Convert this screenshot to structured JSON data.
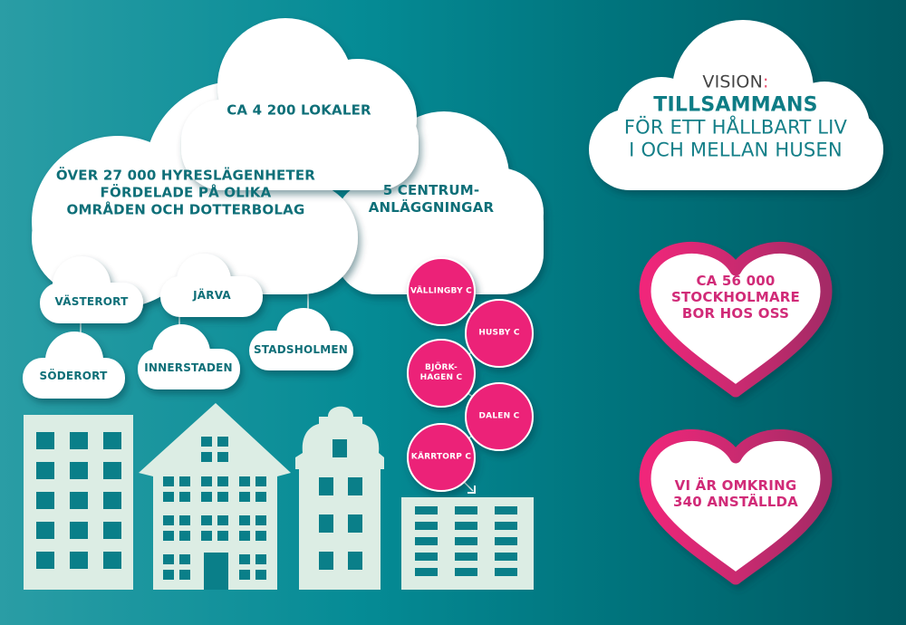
{
  "clouds": {
    "lokaler": "CA 4 200 LOKALER",
    "hyres": [
      "ÖVER 27 000 HYRESLÄGENHETER",
      "FÖRDELADE PÅ OLIKA",
      "OMRÅDEN OCH DOTTERBOLAG"
    ],
    "centrum": [
      "5 CENTRUM-",
      "ANLÄGGNINGAR"
    ]
  },
  "areas": [
    "VÄSTERORT",
    "SÖDERORT",
    "JÄRVA",
    "INNERSTADEN",
    "STADSHOLMEN"
  ],
  "centers": [
    {
      "label": [
        "VÄLLINGBY C"
      ]
    },
    {
      "label": [
        "HUSBY C"
      ]
    },
    {
      "label": [
        "BJÖRK-",
        "HAGEN C"
      ]
    },
    {
      "label": [
        "DALEN C"
      ]
    },
    {
      "label": [
        "KÄRRTORP C"
      ]
    }
  ],
  "vision": {
    "label": "VISION",
    "colon": ":",
    "line1": "TILLSAMMANS",
    "line2": "FÖR ETT HÅLLBART LIV",
    "line3": "I OCH MELLAN HUSEN"
  },
  "hearts": [
    {
      "lines": [
        "CA 56 000",
        "STOCKHOLMARE",
        "BOR HOS OSS"
      ]
    },
    {
      "lines": [
        "VI ÄR OMKRING",
        "340 ANSTÄLLDA"
      ]
    }
  ],
  "colors": {
    "teal": "#0e6f78",
    "pink": "#ec2478",
    "building": "#dcede4"
  }
}
